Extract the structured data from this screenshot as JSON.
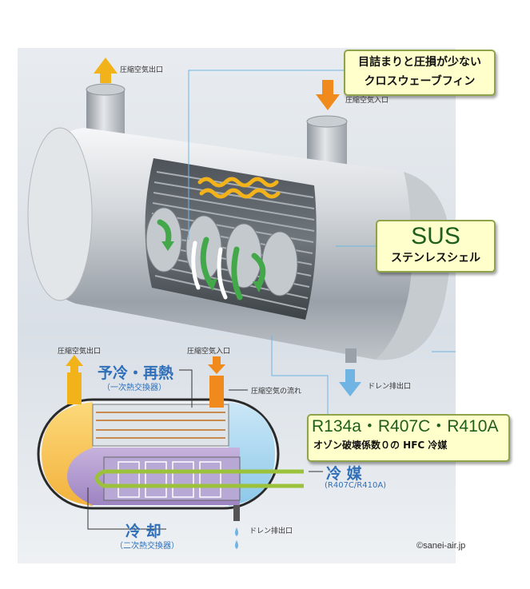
{
  "colors": {
    "callout_bg": "#ffffcc",
    "callout_border": "#8fa34a",
    "accent_blue": "#2f6fb8",
    "arrow_orange": "#f08a1c",
    "arrow_yellow": "#f2b21a",
    "arrow_lightblue": "#6fb4e3",
    "refrigerant_green": "#9bc23a"
  },
  "callouts": {
    "fin_line1": "目詰まりと圧損が少ない",
    "fin_line2": "クロスウェーブフィン",
    "sus_title": "SUS",
    "sus_sub": "ステンレスシェル",
    "refrigerant_title": "R134a・R407C・R410A",
    "refrigerant_sub": "オゾン破壊係数０の HFC 冷媒"
  },
  "upper_labels": {
    "air_out": "圧縮空気出口",
    "air_in": "圧縮空気入口",
    "drain": "ドレン排出口"
  },
  "lower_labels": {
    "air_out": "圧縮空気出口",
    "air_in": "圧縮空気入口",
    "air_flow": "圧縮空気の流れ",
    "drain": "ドレン排出口",
    "precool_reheat": "予冷・再熱",
    "precool_sub": "（一次熱交換器）",
    "cooling": "冷 却",
    "cooling_sub": "（二次熱交換器）",
    "refrigerant": "冷 媒",
    "refrigerant_sub": "(R407C/R410A)"
  },
  "credit": "©sanei-air.jp",
  "icons": [
    "arrow-up-icon",
    "arrow-down-icon",
    "wave-heat-icon",
    "flow-arrow-icon",
    "water-drop-icon"
  ]
}
